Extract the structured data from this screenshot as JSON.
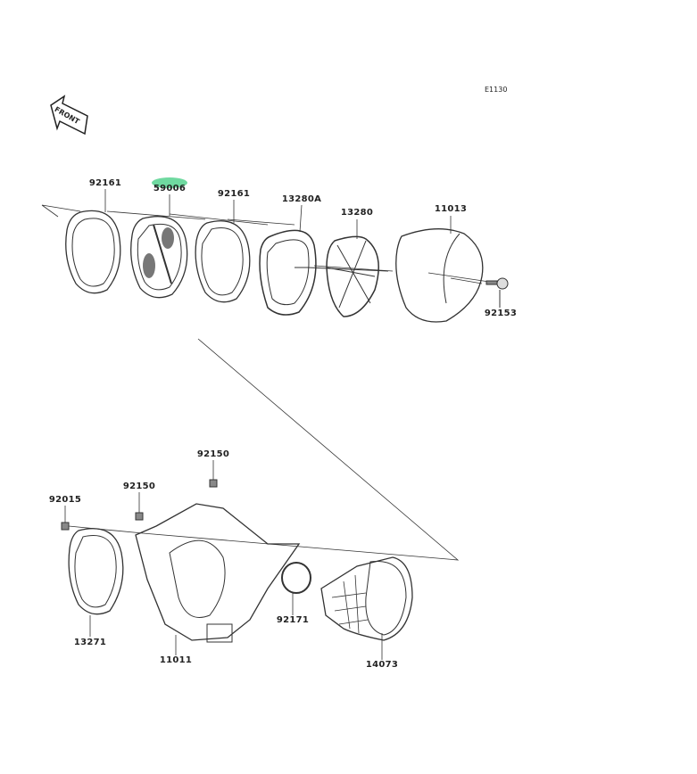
{
  "diagram": {
    "code": "E1130",
    "front_label": "FRONT",
    "highlight_color": "#6fd9a0",
    "highlighted_part": "59006",
    "parts_top": [
      {
        "id": "92161"
      },
      {
        "id": "59006"
      },
      {
        "id": "92161"
      },
      {
        "id": "13280A"
      },
      {
        "id": "13280"
      },
      {
        "id": "11013"
      },
      {
        "id": "92153"
      }
    ],
    "parts_bottom": [
      {
        "id": "92150"
      },
      {
        "id": "92150"
      },
      {
        "id": "92015"
      },
      {
        "id": "92171"
      },
      {
        "id": "13271"
      },
      {
        "id": "11011"
      },
      {
        "id": "14073"
      }
    ]
  }
}
